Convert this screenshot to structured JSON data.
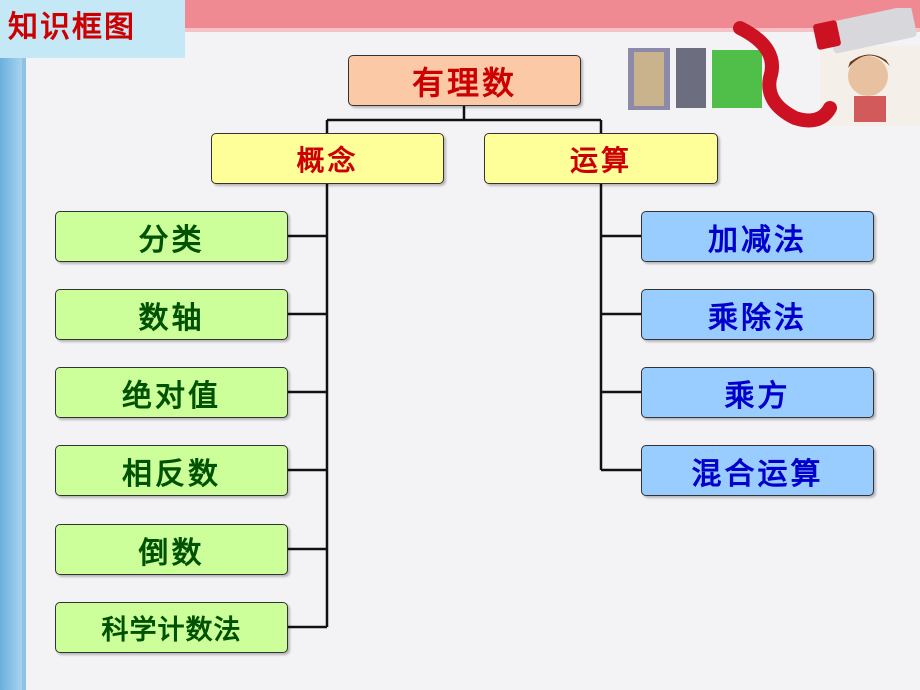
{
  "title": "知识框图",
  "root": "有理数",
  "categories": {
    "left": "概念",
    "right": "运算"
  },
  "concepts": [
    "分类",
    "数轴",
    "绝对值",
    "相反数",
    "倒数",
    "科学计数法"
  ],
  "operations": [
    "加减法",
    "乘除法",
    "乘方",
    "混合运算"
  ],
  "colors": {
    "root_fill": "#fbc9a6",
    "category_fill": "#ffff99",
    "concept_fill": "#ccff99",
    "operation_fill": "#99ccff",
    "title_text": "#cc0000"
  }
}
